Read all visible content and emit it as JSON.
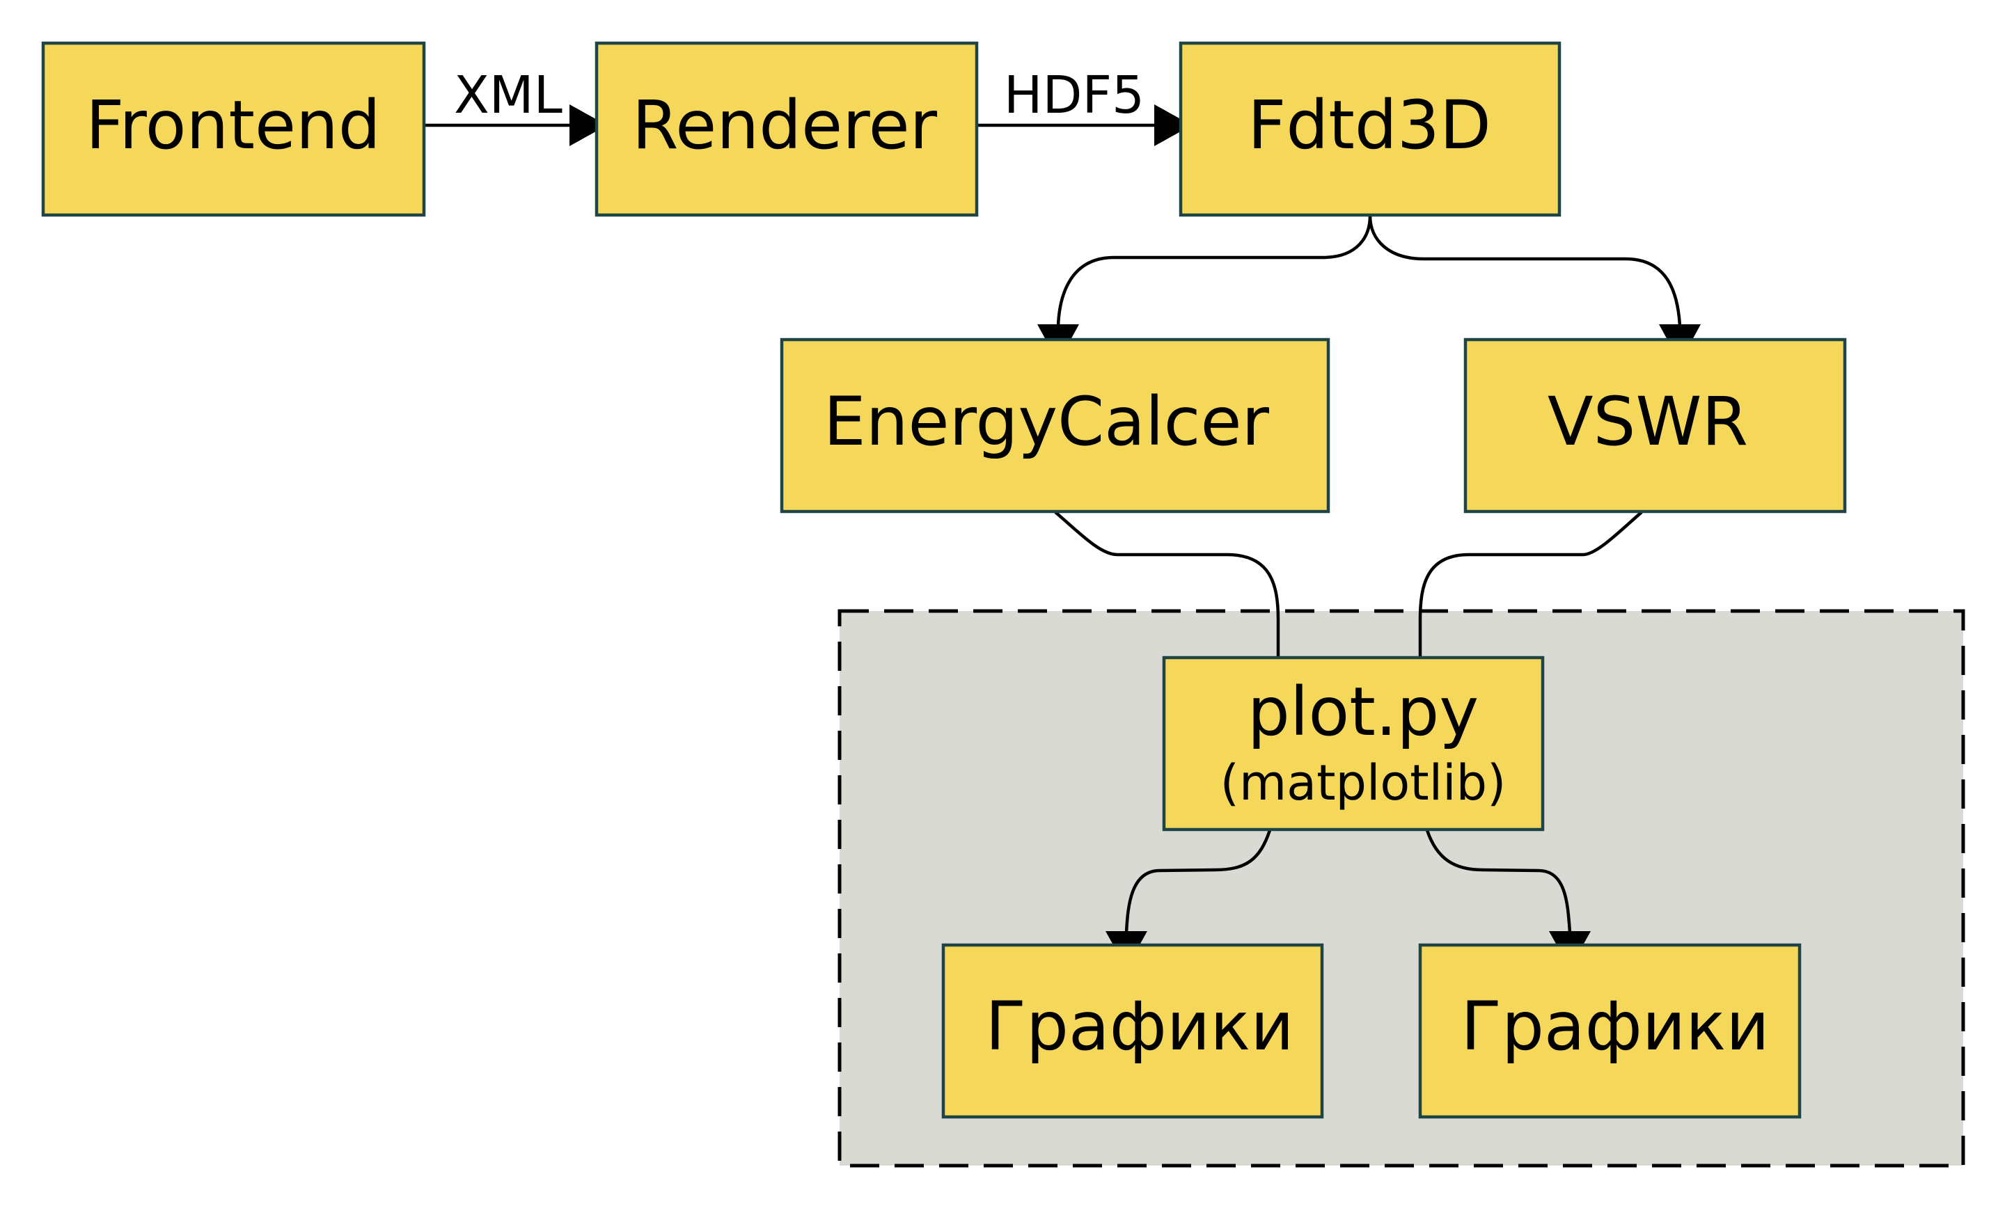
{
  "diagram": {
    "colors": {
      "node_fill": "#f5d85a",
      "node_border": "#1e4446",
      "group_fill": "#dadad5",
      "group_border": "#000000",
      "edge": "#000000"
    },
    "nodes": {
      "frontend": {
        "label": "Frontend"
      },
      "renderer": {
        "label": "Renderer"
      },
      "fdtd3d": {
        "label": "Fdtd3D"
      },
      "energycalcer": {
        "label": "EnergyCalcer"
      },
      "vswr": {
        "label": "VSWR"
      },
      "plot": {
        "label": "plot.py",
        "sublabel": "(matplotlib)"
      },
      "graphs_left": {
        "label": "Графики"
      },
      "graphs_right": {
        "label": "Графики"
      }
    },
    "edges": {
      "frontend_renderer": {
        "label": "XML"
      },
      "renderer_fdtd3d": {
        "label": "HDF5"
      }
    }
  }
}
